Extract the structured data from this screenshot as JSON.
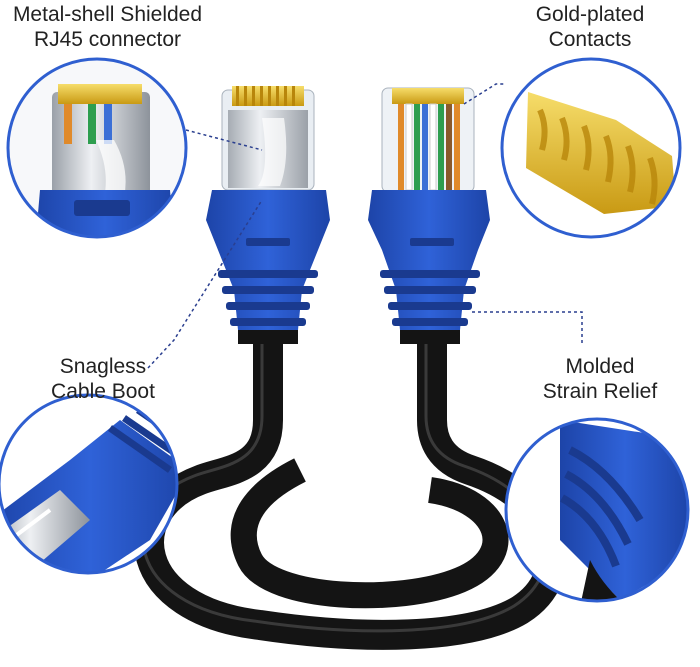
{
  "labels": {
    "metal_shell": [
      "Metal-shell Shielded",
      "RJ45 connector"
    ],
    "gold_plated": [
      "Gold-plated",
      "Contacts"
    ],
    "snagless": [
      "Snagless",
      "Cable Boot"
    ],
    "strain_relief": [
      "Molded",
      "Strain Relief"
    ]
  },
  "colors": {
    "boot_blue": "#2a57c9",
    "boot_dark": "#1c3e99",
    "cable_black": "#141414",
    "gold": "#e7c233",
    "circle_border": "#2f5fd0",
    "metal": "#c8ccd2"
  }
}
